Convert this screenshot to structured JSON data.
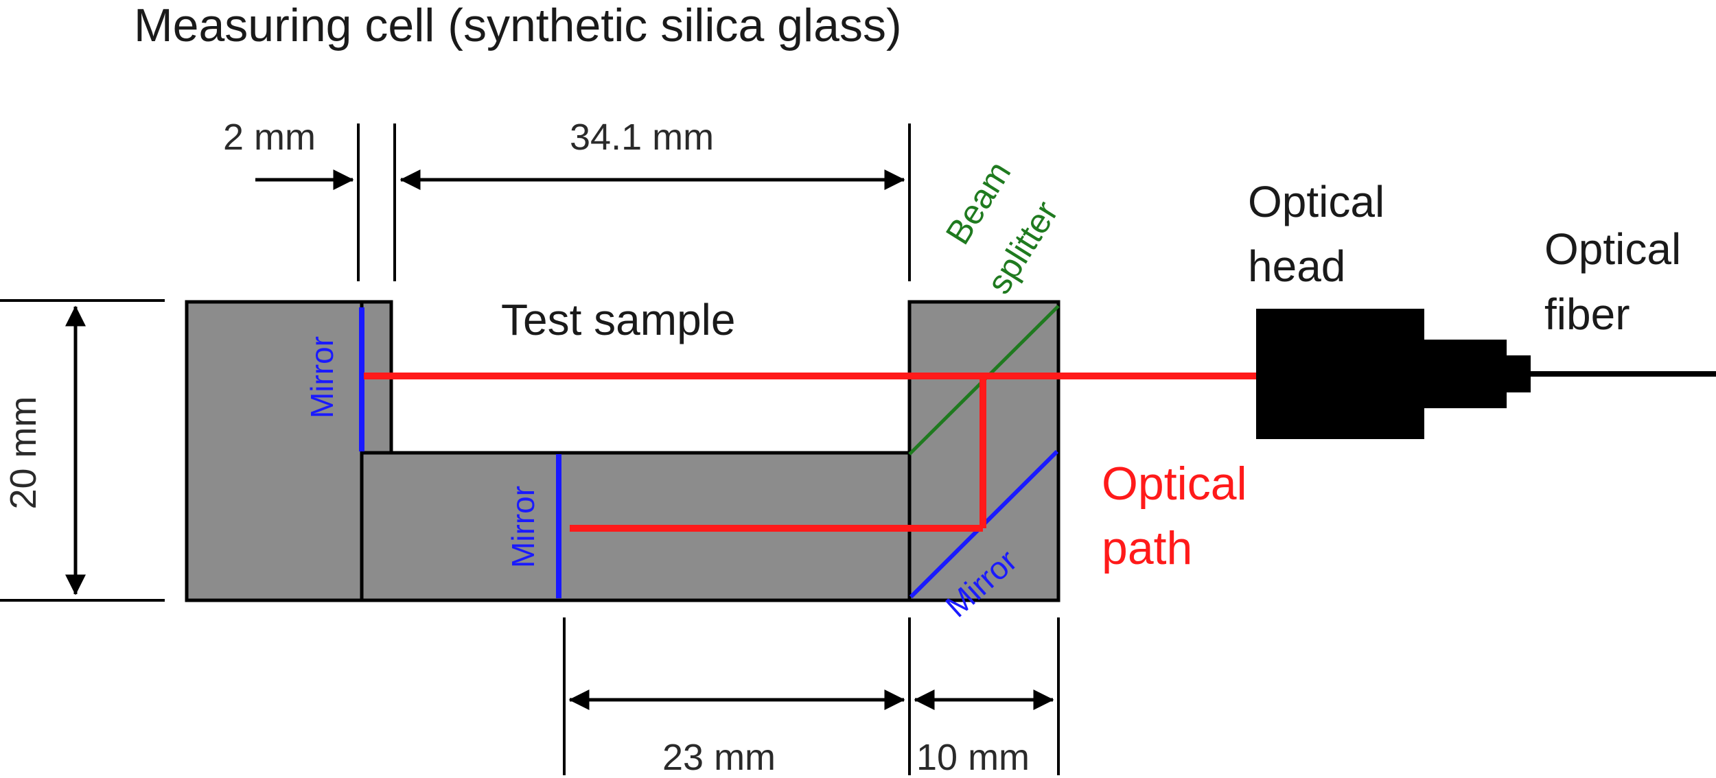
{
  "title": "Measuring cell (synthetic silica glass)",
  "labels": {
    "test_sample": "Test sample",
    "optical_head": [
      "Optical",
      "head"
    ],
    "optical_fiber": [
      "Optical",
      "fiber"
    ],
    "optical_path": [
      "Optical",
      "path"
    ],
    "beam_splitter": [
      "Beam",
      "splitter"
    ],
    "mirror": "Mirror"
  },
  "dimensions": {
    "gap": "2 mm",
    "cell_length": "34.1 mm",
    "height": "20 mm",
    "sample_length": "23 mm",
    "splitter_width": "10 mm"
  },
  "colors": {
    "cell_body": "#8c8c8c",
    "optical_path": "#ff1a1a",
    "mirror": "#1a1aff",
    "beam_splitter": "#1f7a1f",
    "optical_head": "#000000",
    "dimension_lines": "#000000"
  }
}
